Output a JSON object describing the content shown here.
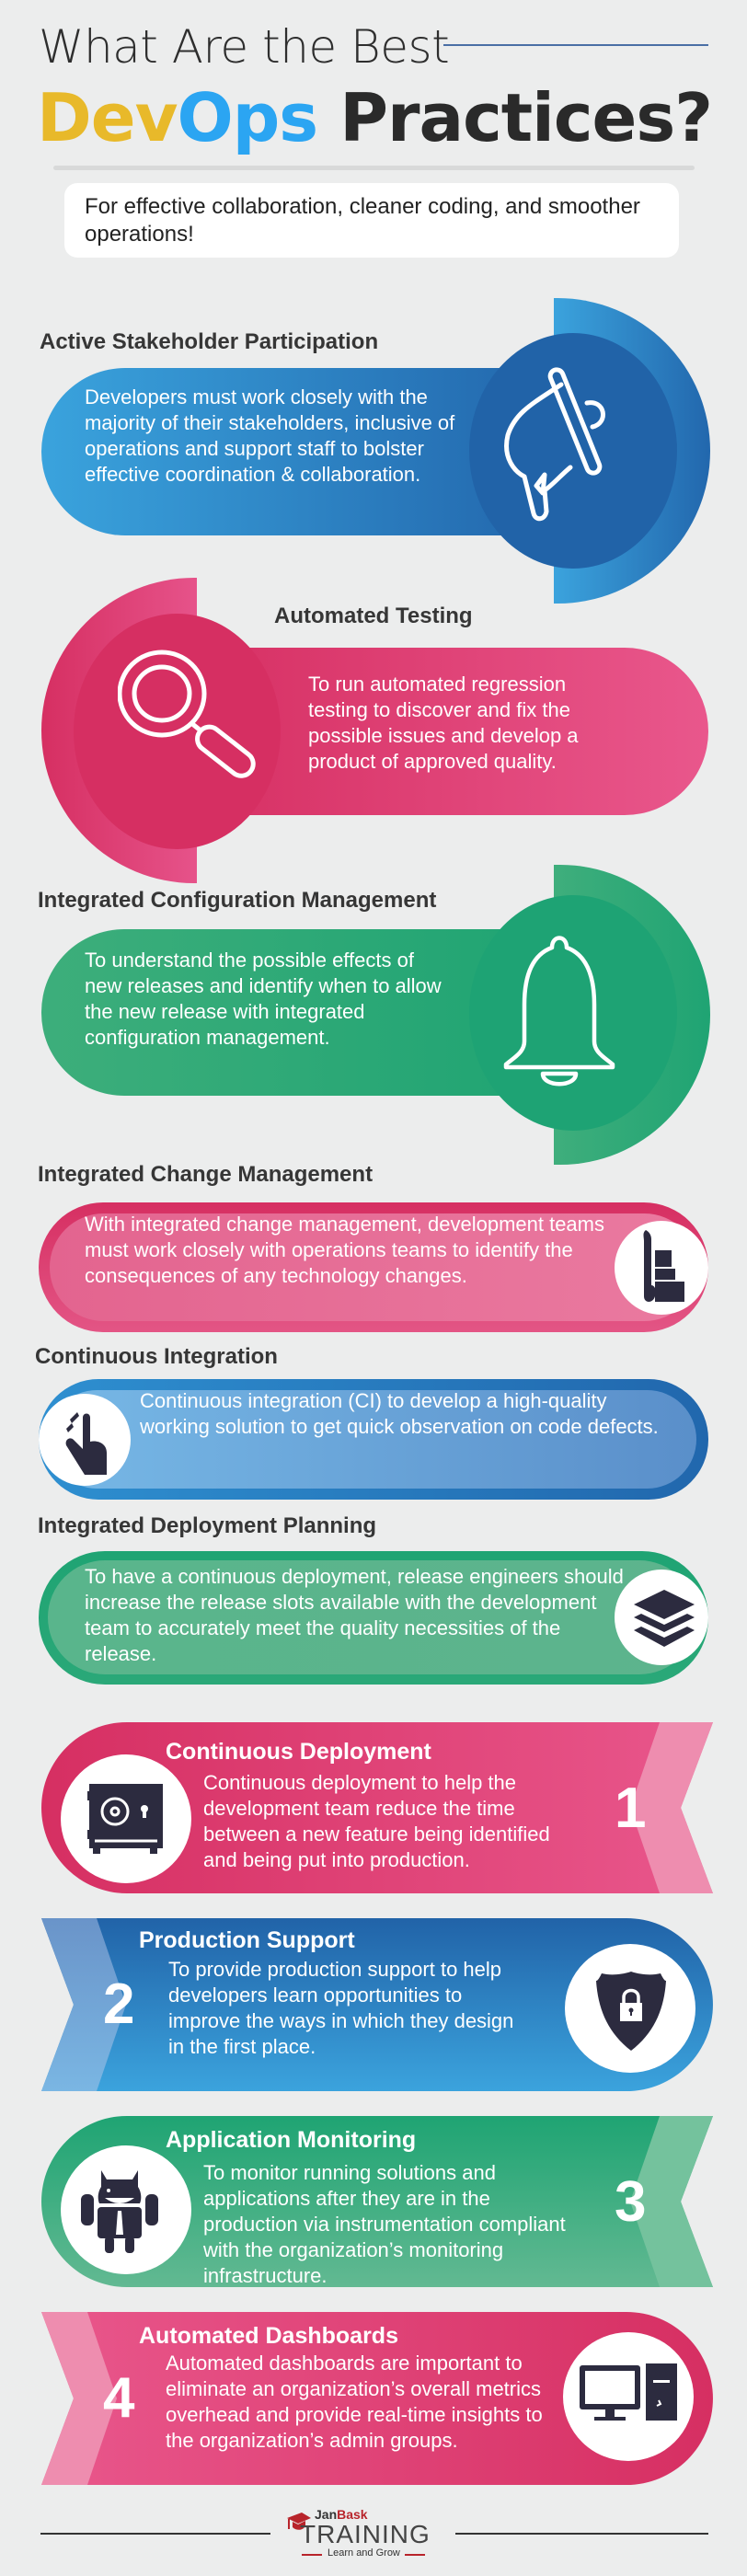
{
  "header": {
    "title_line1": "What Are the Best",
    "title_dev": "Dev",
    "title_ops": "Ops",
    "title_rest": " Practices?",
    "subtitle": "For effective collaboration, cleaner coding, and smoother operations!"
  },
  "colors": {
    "background": "#eceded",
    "blue": "#2163a8",
    "pink": "#d62f62",
    "green": "#1fa473",
    "dev_yellow": "#e8b92a",
    "ops_blue": "#2ba5f2",
    "icon_dark": "#2c2b3f"
  },
  "practices": [
    {
      "title": "Active Stakeholder Participation",
      "text": "Developers must work closely with the majority of their stakeholders, inclusive of operations and support staff to bolster effective coordination & collaboration.",
      "icon": "megaphone-icon"
    },
    {
      "title": "Automated Testing",
      "text": "To run automated regression testing to discover and fix the possible issues and develop a product of approved quality.",
      "icon": "magnifier-icon"
    },
    {
      "title": "Integrated Configuration Management",
      "text": "To understand the possible effects of new releases and identify when to allow the new release with integrated configuration management.",
      "icon": "bell-icon"
    },
    {
      "title": "Integrated Change Management",
      "text": "With integrated change management, development teams must work closely with operations teams to identify the consequences of any technology changes.",
      "icon": "hand-truck-icon"
    },
    {
      "title": "Continuous Integration",
      "text": "Continuous integration (CI) to develop a high-quality working solution to get quick observation on code defects.",
      "icon": "pinch-gesture-icon"
    },
    {
      "title": "Integrated Deployment Planning",
      "text": "To have a continuous deployment, release engineers should increase the release slots available with the development team to accurately meet the quality necessities of the release.",
      "icon": "layers-icon"
    },
    {
      "number": "1",
      "title": "Continuous Deployment",
      "text": "Continuous deployment to help the development team reduce the time between a new feature being identified and being put into production.",
      "icon": "safe-icon"
    },
    {
      "number": "2",
      "title": "Production Support",
      "text": "To provide production support to help developers learn opportunities to improve the ways in which they design in the first place.",
      "icon": "shield-lock-icon"
    },
    {
      "number": "3",
      "title": "Application Monitoring",
      "text": "To monitor running solutions and applications after they are in the production via instrumentation compliant with the organization’s monitoring infrastructure.",
      "icon": "android-icon"
    },
    {
      "number": "4",
      "title": "Automated Dashboards",
      "text": "Automated dashboards are important to eliminate an organization’s overall metrics overhead and provide real-time insights to the organization’s admin groups.",
      "icon": "desktop-computer-icon"
    }
  ],
  "footer": {
    "brand_jan": "Jan",
    "brand_bask": "Bask",
    "brand_training": "TRAINING",
    "tagline": "Learn and Grow"
  }
}
